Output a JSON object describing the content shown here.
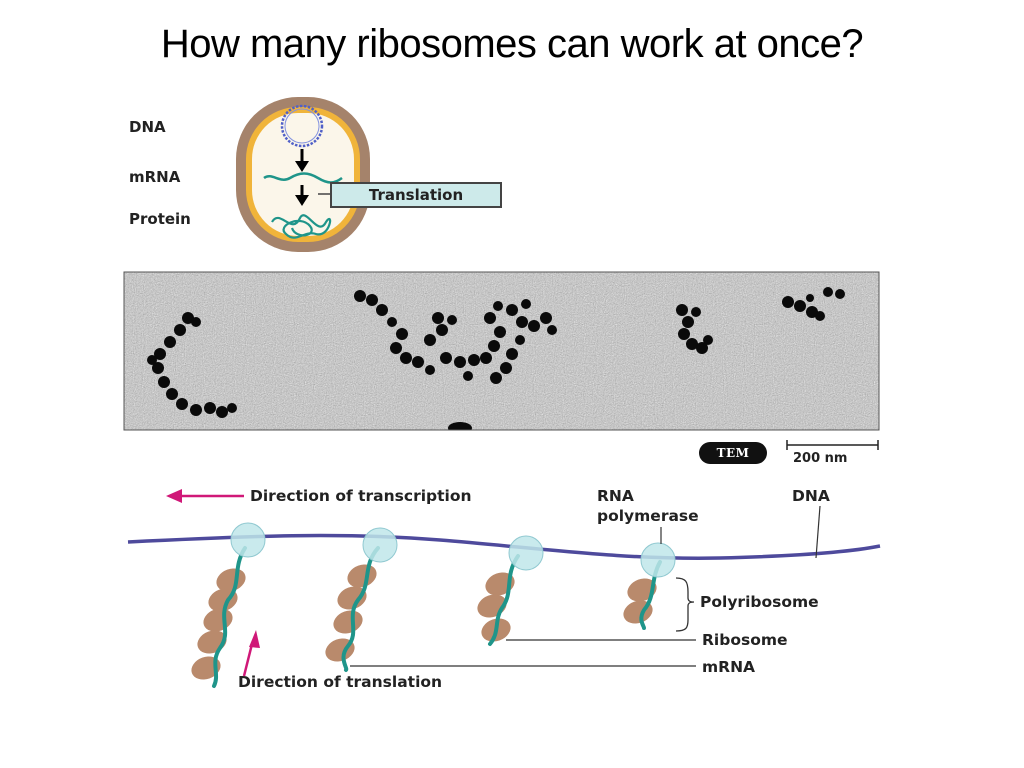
{
  "title": "How many ribosomes can work at once?",
  "top_figure": {
    "labels": {
      "dna": "DNA",
      "mrna": "mRNA",
      "protein": "Protein"
    },
    "translation_box": "Translation"
  },
  "micrograph": {
    "badge": "TEM",
    "scale_bar": "200 nm"
  },
  "bottom_figure": {
    "direction_of_transcription": "Direction of transcription",
    "rna_polymerase_line1": "RNA",
    "rna_polymerase_line2": "polymerase",
    "dna": "DNA",
    "polyribosome": "Polyribosome",
    "ribosome": "Ribosome",
    "mrna": "mRNA",
    "direction_of_translation": "Direction of translation"
  },
  "colors": {
    "cell_wall": "#a5836b",
    "membrane": "#f0b43a",
    "mrna": "#1f958a",
    "ribosome": "#b98a6c",
    "polymerase": "#bfe6ea",
    "dna": "#4e4a9c",
    "arrow": "#d01878",
    "dna_circle": "#5060c8"
  }
}
